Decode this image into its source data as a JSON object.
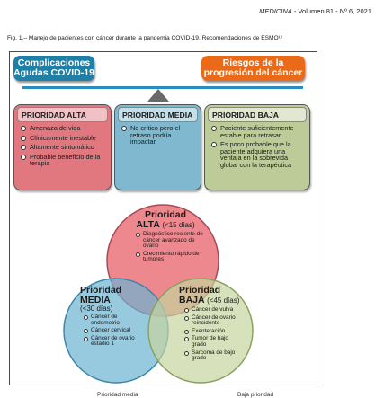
{
  "header": {
    "journal_name": "MEDICINA",
    "journal_issue": " - Volumen 81 - Nº 6, 2021"
  },
  "figure": {
    "caption": "Fig. 1.– Manejo de pacientes con cáncer durante la pandemia COVID-19. Recomendaciones de ESMO¹²",
    "top_left_label": "Complicaciones Agudas COVID-19",
    "top_right_label": "Riesgos de la progresión del cáncer",
    "cards": [
      {
        "title": "PRIORIDAD ALTA",
        "items": [
          "Amenaza de vida",
          "Clínicamente inestable",
          "Altamente sintomático",
          "Probable beneficio de la terapia"
        ]
      },
      {
        "title": "PRIORIDAD MEDIA",
        "items": [
          "No crítico pero el retraso podría impactar"
        ]
      },
      {
        "title": "PRIORIDAD BAJA",
        "items": [
          "Paciente suficientemente estable para retrasar",
          "Es poco probable que la paciente adquiera una ventaja en la sobrevida global con la terapéutica"
        ]
      }
    ],
    "venn": {
      "alta": {
        "title_1": "Prioridad",
        "title_2": "ALTA",
        "sub": "(<15 días)",
        "items": [
          "Diagnóstico reciente de cáncer avanzado de ovario",
          "Crecimiento rápido de tumores"
        ]
      },
      "media": {
        "title_1": "Prioridad",
        "title_2": "MEDIA",
        "sub": "(<30 días)",
        "items": [
          "Cáncer de endometrio",
          "Cáncer cervical",
          "Cáncer de ovario estadio 1"
        ]
      },
      "baja": {
        "title_1": "Prioridad",
        "title_2": "BAJA",
        "sub": "(<45 días)",
        "items": [
          "Cáncer de vulva",
          "Cáncer de ovario reincidente",
          "Exenteración",
          "Tumor de bajo grado",
          "Sarcoma de bajo grado"
        ]
      }
    },
    "colors": {
      "blue_pill": "#1f7fa6",
      "orange_pill": "#ea6a17",
      "red": "#e1787f",
      "teal": "#7fb8cf",
      "green": "#bccb97"
    }
  },
  "footer": {
    "left_label": "Prioridad media",
    "right_label": "Baja prioridad"
  }
}
